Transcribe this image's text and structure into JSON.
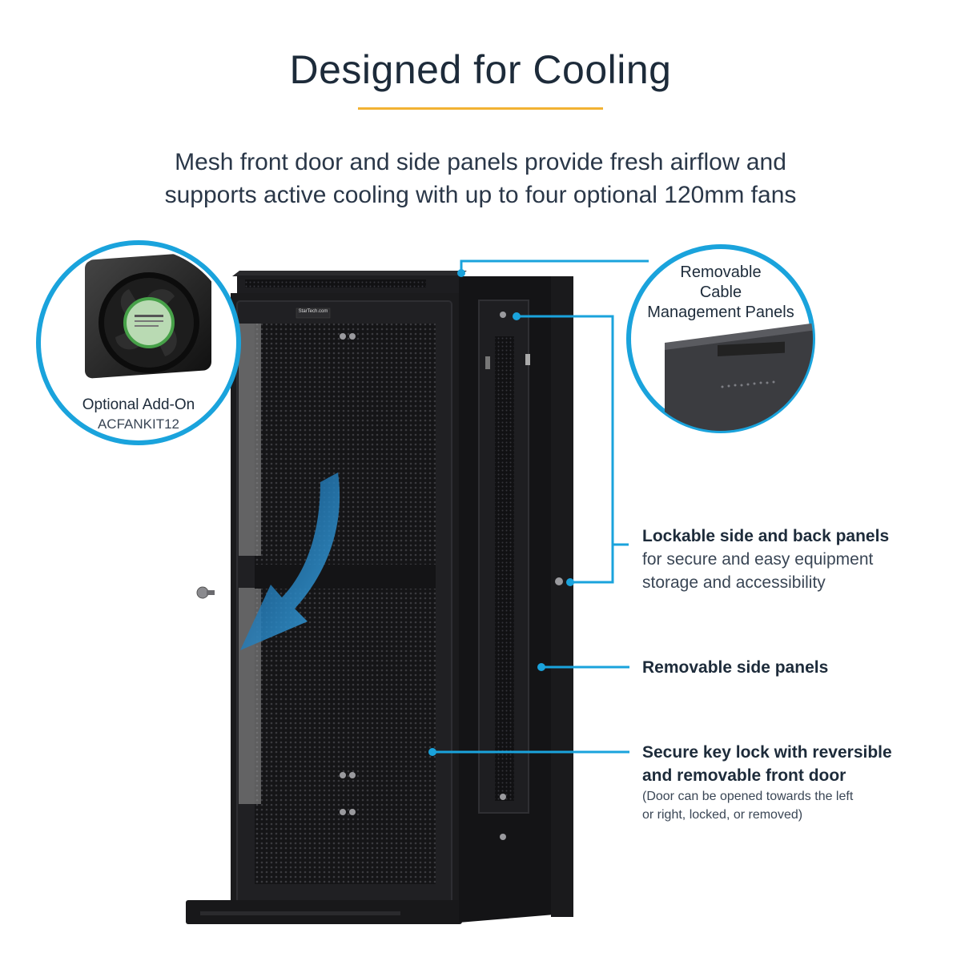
{
  "header": {
    "title": "Designed for Cooling",
    "subtitle_line1": "Mesh front door and side panels provide fresh airflow and",
    "subtitle_line2": "supports active cooling with up to four optional 120mm fans"
  },
  "fan_bubble": {
    "label": "Optional Add-On",
    "sku": "ACFANKIT12"
  },
  "panel_bubble": {
    "line1": "Removable",
    "line2": "Cable",
    "line3": "Management Panels"
  },
  "cabinet": {
    "logo_text": "StarTech.com"
  },
  "callouts": {
    "lockable": {
      "title": "Lockable side and back panels",
      "sub1": "for secure and easy equipment",
      "sub2": "storage and accessibility"
    },
    "side_panels": {
      "title": "Removable side panels"
    },
    "key_lock": {
      "title1": "Secure key lock with reversible",
      "title2": "and removable front door",
      "note1": "(Door can be opened towards the left",
      "note2": "or right, locked, or removed)"
    }
  },
  "colors": {
    "accent_blue": "#1aa3dc",
    "accent_yellow": "#f2b233",
    "text_dark": "#1d2b3a",
    "cabinet_black": "#1b1b1d"
  }
}
